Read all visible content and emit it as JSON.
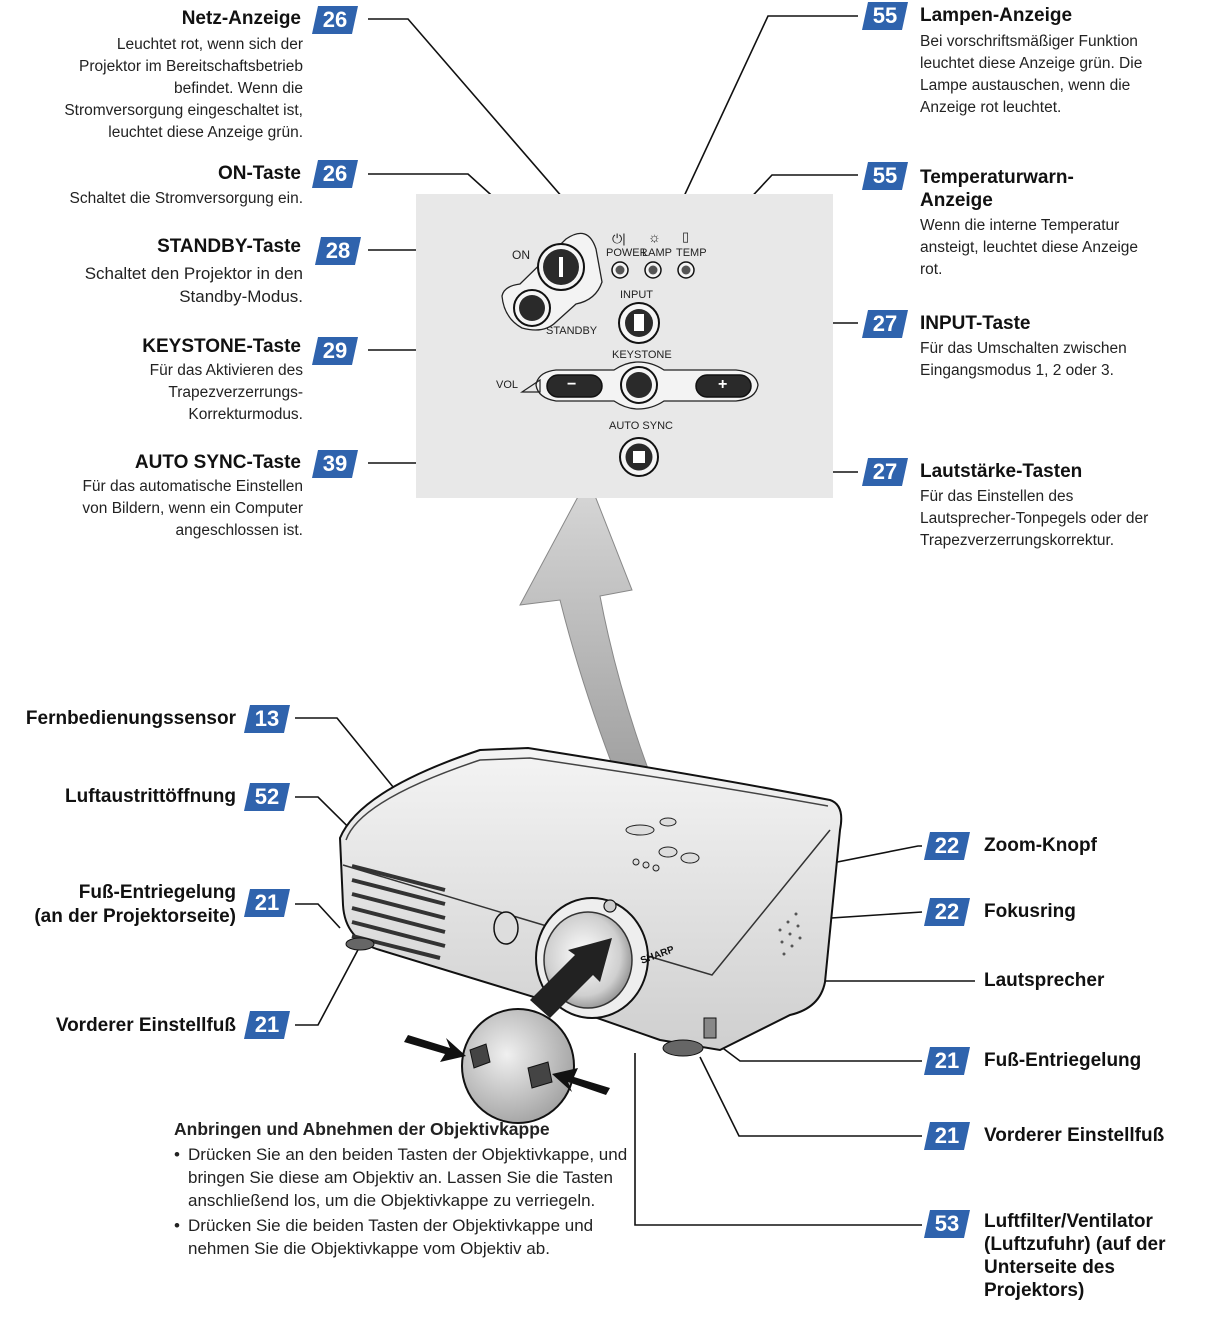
{
  "top_left": [
    {
      "label": "Netz-Anzeige",
      "page": "26",
      "desc": "Leuchtet rot, wenn sich der Projektor im Bereitschaftsbetrieb befindet. Wenn die Stromversorgung eingeschaltet ist, leuchtet diese Anzeige grün."
    },
    {
      "label": "ON-Taste",
      "page": "26",
      "desc": "Schaltet die Stromversorgung ein."
    },
    {
      "label": "STANDBY-Taste",
      "page": "28",
      "desc": "Schaltet den Projektor in den Standby-Modus."
    },
    {
      "label": "KEYSTONE-Taste",
      "page": "29",
      "desc": "Für das Aktivieren des Trapezverzerrungs-Korrekturmodus."
    },
    {
      "label": "AUTO SYNC-Taste",
      "page": "39",
      "desc": "Für das automatische Einstellen von Bildern, wenn ein Computer angeschlossen ist."
    }
  ],
  "top_right": [
    {
      "label": "Lampen-Anzeige",
      "page": "55",
      "desc": "Bei vorschriftsmäßiger Funktion leuchtet diese Anzeige grün. Die Lampe austauschen, wenn die Anzeige rot leuchtet."
    },
    {
      "label": "Temperaturwarn-Anzeige",
      "page": "55",
      "desc": "Wenn die interne Temperatur ansteigt, leuchtet diese Anzeige rot."
    },
    {
      "label": "INPUT-Taste",
      "page": "27",
      "desc": "Für das Umschalten zwischen Eingangsmodus 1, 2 oder 3."
    },
    {
      "label": "Lautstärke-Tasten",
      "page": "27",
      "desc": "Für das Einstellen des Lautsprecher-Tonpegels oder der Trapezverzerrungskorrektur."
    }
  ],
  "panel": {
    "on": "ON",
    "standby": "STANDBY",
    "power": "POWER",
    "lamp": "LAMP",
    "temp": "TEMP",
    "input": "INPUT",
    "keystone": "KEYSTONE",
    "vol": "VOL",
    "auto_sync": "AUTO SYNC",
    "minus": "−",
    "plus": "+"
  },
  "bottom_left": [
    {
      "label": "Fernbedienungssensor",
      "page": "13"
    },
    {
      "label": "Luftaustrittöffnung",
      "page": "52"
    },
    {
      "label": "Fuß-Entriegelung",
      "label2": "(an der Projektorseite)",
      "page": "21"
    },
    {
      "label": "Vorderer Einstellfuß",
      "page": "21"
    }
  ],
  "bottom_right": [
    {
      "label": "Zoom-Knopf",
      "page": "22"
    },
    {
      "label": "Fokusring",
      "page": "22"
    },
    {
      "label": "Lautsprecher",
      "page": ""
    },
    {
      "label": "Fuß-Entriegelung",
      "page": "21"
    },
    {
      "label": "Vorderer Einstellfuß",
      "page": "21"
    },
    {
      "label": "Luftfilter/Ventilator (Luftzufuhr) (auf der Unterseite des Projektors)",
      "page": "53"
    }
  ],
  "projector_brand": "SHARP",
  "note": {
    "title": "Anbringen und Abnehmen der Objektivkappe",
    "items": [
      "Drücken Sie an den beiden Tasten der Objektivkappe, und bringen Sie diese am Objektiv an. Lassen Sie die Tasten anschließend los, um die Objektivkappe zu verriegeln.",
      "Drücken Sie die beiden Tasten der Objektivkappe und nehmen Sie die Objektivkappe vom Objektiv ab."
    ]
  },
  "colors": {
    "badge": "#2f63ad",
    "badge_dark": "#1d3f78",
    "panel": "#e8e8e8"
  }
}
